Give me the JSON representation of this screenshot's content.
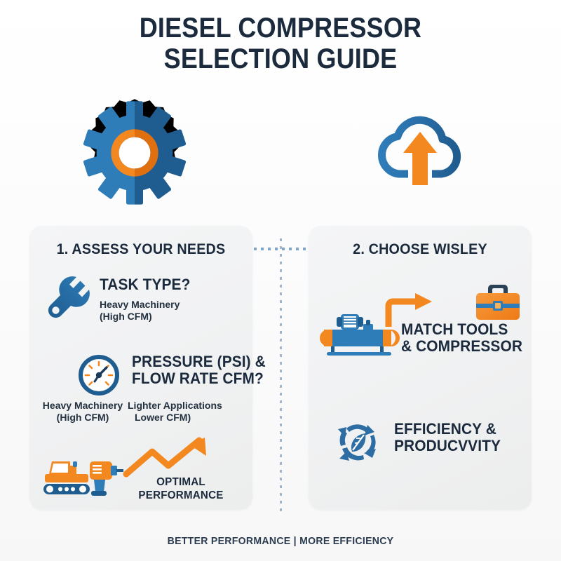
{
  "title": {
    "line1": "DIESEL COMPRESSOR",
    "line2": "SELECTION GUIDE"
  },
  "hero": {
    "gear_icon": "gear-icon",
    "cloud_icon": "cloud-upload-icon",
    "connector_icon": "dotted-connector"
  },
  "panels": {
    "left": {
      "heading": "1. ASSESS YOUR NEEDS",
      "items": [
        {
          "icon": "wrench-icon",
          "heading": "TASK TYPE?",
          "sub1": "Heavy Machinery",
          "sub2": "(High CFM)"
        },
        {
          "icon": "pressure-gauge-icon",
          "heading_line1": "PRESSURE (PSI) &",
          "heading_line2": "FLOW RATE  CFM?",
          "left_sub1": "Heavy Machinery",
          "left_sub2": "(High CFM)",
          "right_sub1": "Lighter Applications",
          "right_sub2": "Lower CFM)"
        },
        {
          "icon_bulldozer": "bulldozer-icon",
          "icon_drill": "power-drill-icon",
          "icon_arrow": "growth-arrow-icon",
          "caption_line1": "OPTIMAL",
          "caption_line2": "PERFORMANCE"
        }
      ]
    },
    "right": {
      "heading": "2. CHOOSE WISLEY",
      "items": [
        {
          "icon_compressor": "air-compressor-icon",
          "icon_arrow": "elbow-arrow-icon",
          "icon_toolbox": "toolbox-icon",
          "heading_line1": "MATCH TOOLS",
          "heading_line2": "& COMPRESSOR"
        },
        {
          "icon": "recycle-leaf-icon",
          "heading_line1": "EFFICIENCY &",
          "heading_line2": "PRODUCVVITY"
        }
      ]
    }
  },
  "footer": {
    "text": "BETTER PERFORMANCE | MORE EFFICIENCY"
  },
  "colors": {
    "navy": "#1b2a3d",
    "blue_light": "#2E7CB8",
    "blue_dark": "#1F5C8F",
    "blue_mid": "#2E6DA4",
    "orange": "#F2881F",
    "orange_dark": "#E06A10",
    "panel_bg": "#f1f2f3",
    "divider": "#9fb6cd"
  }
}
